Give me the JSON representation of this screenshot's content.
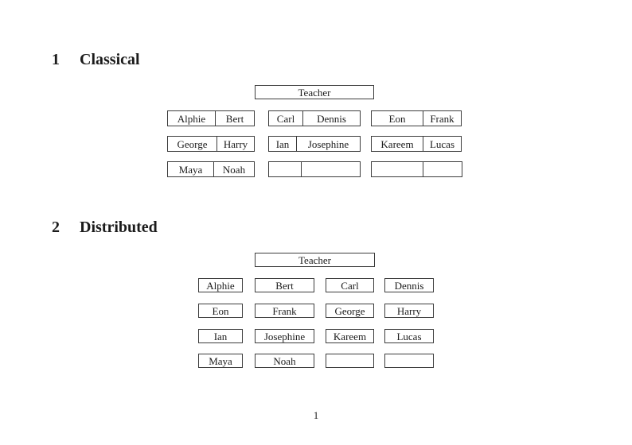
{
  "colors": {
    "background": "#ffffff",
    "text": "#1b1b1b",
    "border": "#3c3c3c"
  },
  "page": {
    "number": "1"
  },
  "sections": [
    {
      "number": "1",
      "title": "Classical",
      "teacher_label": "Teacher",
      "rows": [
        [
          [
            "Alphie",
            "Bert"
          ],
          [
            "Carl",
            "Dennis"
          ],
          [
            "Eon",
            "Frank"
          ]
        ],
        [
          [
            "George",
            "Harry"
          ],
          [
            "Ian",
            "Josephine"
          ],
          [
            "Kareem",
            "Lucas"
          ]
        ],
        [
          [
            "Maya",
            "Noah"
          ],
          [
            "",
            ""
          ],
          [
            "",
            ""
          ]
        ]
      ]
    },
    {
      "number": "2",
      "title": "Distributed",
      "teacher_label": "Teacher",
      "rows": [
        [
          "Alphie",
          "Bert",
          "Carl",
          "Dennis"
        ],
        [
          "Eon",
          "Frank",
          "George",
          "Harry"
        ],
        [
          "Ian",
          "Josephine",
          "Kareem",
          "Lucas"
        ],
        [
          "Maya",
          "Noah",
          "",
          ""
        ]
      ]
    }
  ]
}
